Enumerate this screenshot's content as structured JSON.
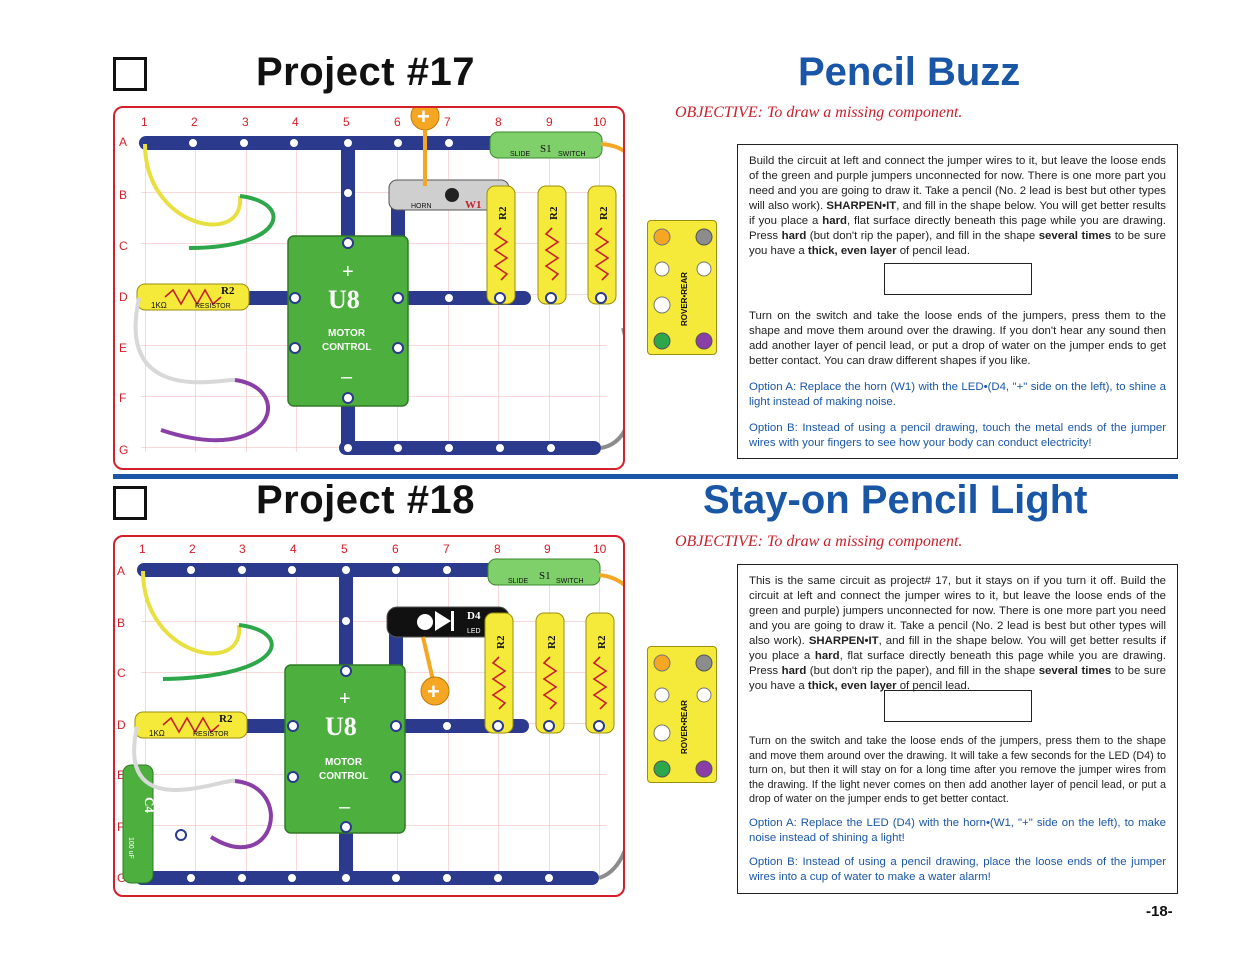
{
  "project17": {
    "title": "Project #17",
    "name": "Pencil Buzz",
    "objective": "OBJECTIVE:  To draw a missing component.",
    "para1a": "Build the circuit at left and connect the jumper wires to it, but leave the loose ends of the green and purple jumpers unconnected for now. There is one more part you need and you are going to draw it. Take a pencil (No. 2 lead is best but other types will also work). ",
    "para1b": "SHARPEN•IT",
    "para1c": ", and fill in the shape below. You will get better results if you place a ",
    "para1d": "hard",
    "para1e": ", flat surface directly beneath this page while you are drawing. Press ",
    "para1f": "hard",
    "para1g": " (but don't rip the paper), and fill in the shape ",
    "para1h": "several times",
    "para1i": " to be sure you have a ",
    "para1j": "thick, even layer",
    "para1k": " of pencil lead.",
    "para2": "Turn on the switch and take the loose ends of the jumpers, press them to the shape and move them around over the drawing. If you don't hear any sound then add another layer of pencil lead, or put a drop of water on the jumper ends to get better contact. You can draw different shapes if you like.",
    "optionA": "Option A:  Replace the horn (W1) with the LED•(D4, \"+\" side on the left), to shine a light instead of making noise.",
    "optionB": "Option B:  Instead of using a pencil drawing, touch the metal ends of the jumper wires with your fingers to see how your body can conduct electricity!"
  },
  "project18": {
    "title": "Project #18",
    "name": "Stay-on Pencil Light",
    "objective": "OBJECTIVE:  To draw a missing component.",
    "para1a": "This is the same circuit as project# 17, but it stays on if you turn it off. Build the circuit at left and connect the jumper wires to it, but leave the loose ends of the green and purple) jumpers unconnected for now. There is one more part you need and you are going to draw it. Take a pencil (No. 2 lead is best but other types will also work). ",
    "para1b": "SHARPEN•IT",
    "para1c": ", and fill in the shape below.  You will get better results if you place a ",
    "para1d": "hard",
    "para1e": ", flat surface directly beneath this page while you are drawing. Press ",
    "para1f": "hard",
    "para1g": " (but don't rip the paper), and fill in the shape ",
    "para1h": "several times",
    "para1i": " to be sure you have a ",
    "para1j": "thick, even layer",
    "para1k": " of pencil lead.",
    "para2": "Turn on the switch and take the loose ends of the jumpers, press them to the shape and move them around over the drawing. It will take a few seconds for the LED (D4) to turn on, but then it will stay on for a long time after you remove the jumper wires from the drawing. If the light never comes on then add another layer of pencil lead, or put a drop of water on the jumper ends to get better contact.",
    "optionA": "Option A:  Replace the LED (D4) with the horn•(W1, \"+\" side on the left), to make noise instead of shining a light!",
    "optionB": "Option B:  Instead of using a pencil drawing, place the loose ends of the jumper wires into a cup of water to make a water alarm!"
  },
  "board": {
    "columns": [
      "1",
      "2",
      "3",
      "4",
      "5",
      "6",
      "7",
      "8",
      "9",
      "10"
    ],
    "rows": [
      "A",
      "B",
      "C",
      "D",
      "E",
      "F",
      "G"
    ]
  },
  "parts": {
    "u8": "U8",
    "u8_plus": "+",
    "u8_minus": "–",
    "motor": "MOTOR",
    "control": "CONTROL",
    "r2": "R2",
    "resistor": "RESISTOR",
    "kohm": "1KΩ",
    "s1": "S1",
    "slide": "SLIDE",
    "switch": "SWITCH",
    "w1": "W1",
    "horn": "HORN",
    "d4": "D4",
    "led": "LED",
    "c4": "C4",
    "c4_value": "100 uF",
    "rover": "ROVER•REAR",
    "plus_badge": "+"
  },
  "page_number": "-18-",
  "colors": {
    "title_blue": "#1a56a6",
    "objective_red": "#c8202b",
    "board_red": "#d4202b",
    "snap_blue": "#2b3a8c",
    "u8_green": "#4caf3e",
    "resistor_yellow": "#f5e93a",
    "switch_green": "#7fcf6b",
    "jumper_yellow": "#e8e040",
    "jumper_green": "#2ea64a",
    "jumper_white": "#d8d8d8",
    "jumper_purple": "#8a3fa6",
    "jumper_orange": "#f5a623",
    "jumper_gray": "#8c8c8c"
  }
}
